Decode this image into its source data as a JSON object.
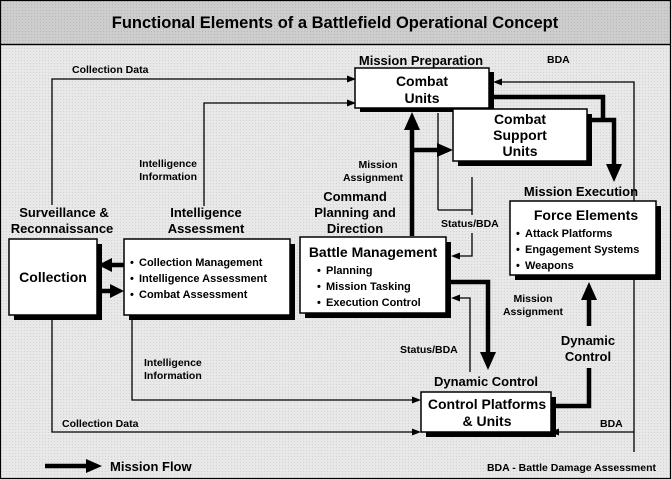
{
  "title": "Functional Elements of a Battlefield Operational Concept",
  "colors": {
    "background": "#e4e4e4",
    "title_bar": "#c8c8c8",
    "box_fill": "#ffffff",
    "line": "#000000"
  },
  "sections": {
    "mission_preparation": "Mission Preparation",
    "surveillance": [
      "Surveillance &",
      "Reconnaissance"
    ],
    "intelligence_assessment": [
      "Intelligence",
      "Assessment"
    ],
    "command": [
      "Command",
      "Planning and",
      "Direction"
    ],
    "mission_execution": "Mission Execution",
    "dynamic_control": "Dynamic Control"
  },
  "boxes": {
    "combat_units": [
      "Combat",
      "Units"
    ],
    "combat_support_units": [
      "Combat",
      "Support",
      "Units"
    ],
    "collection": "Collection",
    "intel_assessment": {
      "items": [
        "Collection Management",
        "Intelligence Assessment",
        "Combat Assessment"
      ]
    },
    "battle_management": {
      "title": "Battle Management",
      "items": [
        "Planning",
        "Mission Tasking",
        "Execution Control"
      ]
    },
    "force_elements": {
      "title": "Force Elements",
      "items": [
        "Attack Platforms",
        "Engagement Systems",
        "Weapons"
      ]
    },
    "control_platforms": [
      "Control Platforms",
      "& Units"
    ]
  },
  "flow_labels": {
    "collection_data_top": "Collection Data",
    "collection_data_bottom": "Collection Data",
    "intel_info_top": [
      "Intelligence",
      "Information"
    ],
    "intel_info_bottom": [
      "Intelligence",
      "Information"
    ],
    "bda_top": "BDA",
    "bda_bottom": "BDA",
    "mission_assignment_top": [
      "Mission",
      "Assignment"
    ],
    "mission_assignment_bottom": [
      "Mission",
      "Assignment"
    ],
    "status_bda_top": "Status/BDA",
    "status_bda_bottom": "Status/BDA",
    "dynamic_control_arrow": [
      "Dynamic",
      "Control"
    ]
  },
  "legend": {
    "mission_flow": "Mission Flow",
    "abbreviation": "BDA - Battle Damage Assessment"
  },
  "bullet": "•"
}
